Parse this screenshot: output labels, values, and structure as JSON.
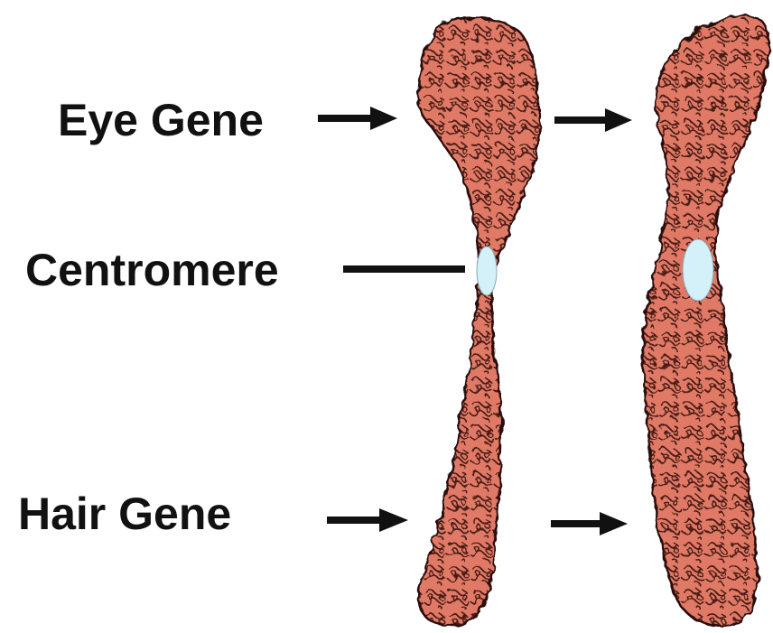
{
  "labels": {
    "eye_gene": "Eye Gene",
    "centromere": "Centromere",
    "hair_gene": "Hair Gene"
  },
  "colors": {
    "chromatin_fill": "#e07a66",
    "chromatin_shadow": "#c95f4c",
    "chromatin_loops": "#4a1a14",
    "centromere": "#d4f0f8",
    "text": "#111111"
  },
  "chromatids": [
    {
      "name": "left-chromatid",
      "has_centromere": true
    },
    {
      "name": "right-chromatid",
      "has_centromere": true
    }
  ]
}
